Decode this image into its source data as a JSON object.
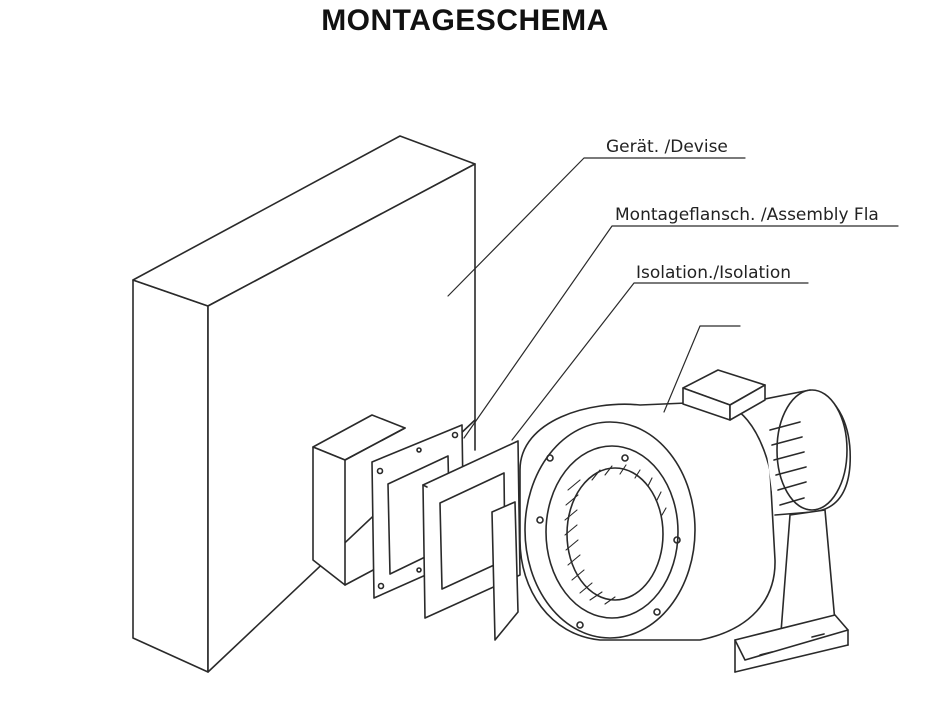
{
  "title": "MONTAGESCHEMA",
  "labels": {
    "device": "Gerät. /Devise",
    "flange": "Montageflansch. /Assembly Fla",
    "insulation": "Isolation./Isolation"
  },
  "colors": {
    "line": "#2a2a2a",
    "background": "#ffffff"
  }
}
